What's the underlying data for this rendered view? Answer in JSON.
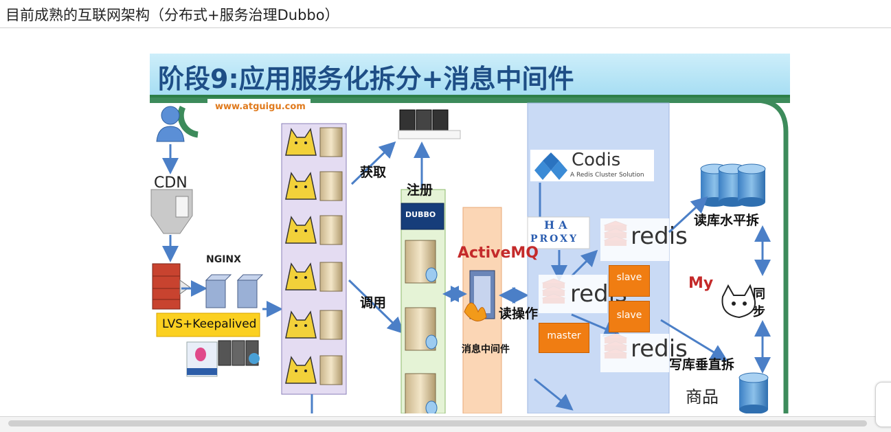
{
  "page": {
    "title": "目前成熟的互联网架构（分布式+服务治理Dubbo）"
  },
  "slide": {
    "title": "阶段9:应用服务化拆分+消息中间件",
    "logo_url": "www.atguigu.com"
  },
  "labels": {
    "cdn": "CDN",
    "nginx": "NGINX",
    "lvs": "LVS+Keepalived",
    "get": "获取",
    "register": "注册",
    "dubbo": "DUBBO",
    "call": "调用",
    "activemq": "ActiveMQ",
    "mq_middleware": "消息中间件",
    "read_op": "读操作",
    "codis": "Codis",
    "codis_sub": "A Redis Cluster Solution",
    "haproxy_top": "HA",
    "haproxy_bottom": "PROXY",
    "redis": "redis",
    "slave": "slave",
    "master": "master",
    "read_split": "读库水平拆",
    "mycat_my": "My",
    "mycat_cat": "CAT",
    "sync_1": "同",
    "sync_2": "步",
    "write_split": "写库垂直拆",
    "goods": "商品"
  },
  "colors": {
    "header_bg": "#a7def3",
    "title_color": "#1e4e86",
    "arrow": "#4b7fc7",
    "orange": "#f07d12",
    "redis_red": "#d82c20"
  }
}
